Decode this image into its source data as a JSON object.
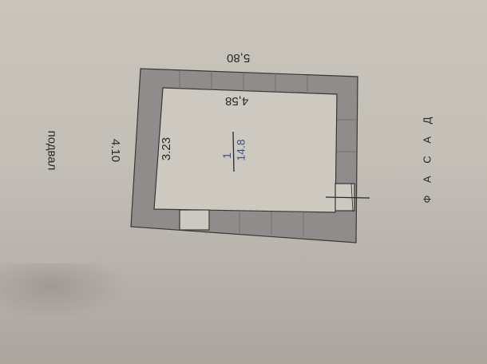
{
  "plan": {
    "level_label": "подвал",
    "facade_label": "Ф А С А Д",
    "dimensions": {
      "outer_width": "4.10",
      "outer_length": "5,80",
      "inner_width": "3.23",
      "inner_length": "4,58"
    },
    "room": {
      "number": "1",
      "area": "14.8"
    },
    "colors": {
      "paper": "#c5c1b9",
      "wall_fill": "#8f8c8c",
      "wall_stroke": "#3a3634",
      "room_fill": "#cdc9c1",
      "room_text": "#3f4f8a",
      "ink": "#2a2826"
    }
  }
}
